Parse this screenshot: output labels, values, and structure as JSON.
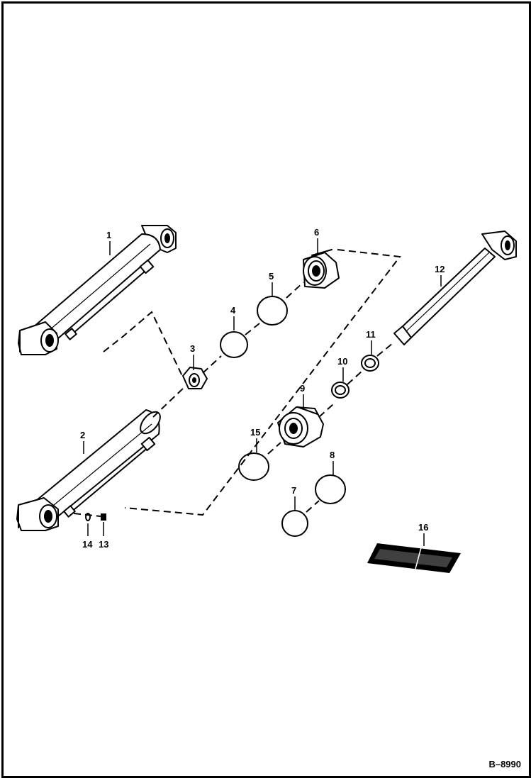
{
  "figure_reference": "B–8990",
  "callouts": {
    "c1": "1",
    "c2": "2",
    "c3": "3",
    "c4": "4",
    "c5": "5",
    "c6": "6",
    "c7": "7",
    "c8": "8",
    "c9": "9",
    "c10": "10",
    "c11": "11",
    "c12": "12",
    "c13": "13",
    "c14": "14",
    "c15": "15",
    "c16": "16"
  },
  "colors": {
    "ink": "#000000",
    "paper": "#ffffff"
  }
}
